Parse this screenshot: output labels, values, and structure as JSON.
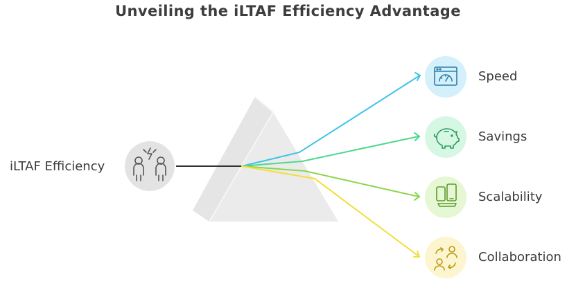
{
  "title": "Unveiling the iLTAF Efficiency Advantage",
  "source": {
    "label": "iLTAF Efficiency",
    "icon": "people-exchange-icon"
  },
  "outputs": [
    {
      "label": "Speed",
      "icon": "speedometer-window-icon",
      "color": "#3cc4e6",
      "bg": "#d3f0fb"
    },
    {
      "label": "Savings",
      "icon": "piggy-bank-icon",
      "color": "#4bd98c",
      "bg": "#d6f7e4"
    },
    {
      "label": "Scalability",
      "icon": "devices-icon",
      "color": "#8ad64e",
      "bg": "#e6f7d4"
    },
    {
      "label": "Collaboration",
      "icon": "team-collaboration-icon",
      "color": "#f2de3a",
      "bg": "#fcf5cf"
    }
  ],
  "colors": {
    "prism": "#e7e7e7",
    "prism_edge": "#f3f3f3",
    "source_circle": "#e3e3e3",
    "line": "#333333"
  }
}
